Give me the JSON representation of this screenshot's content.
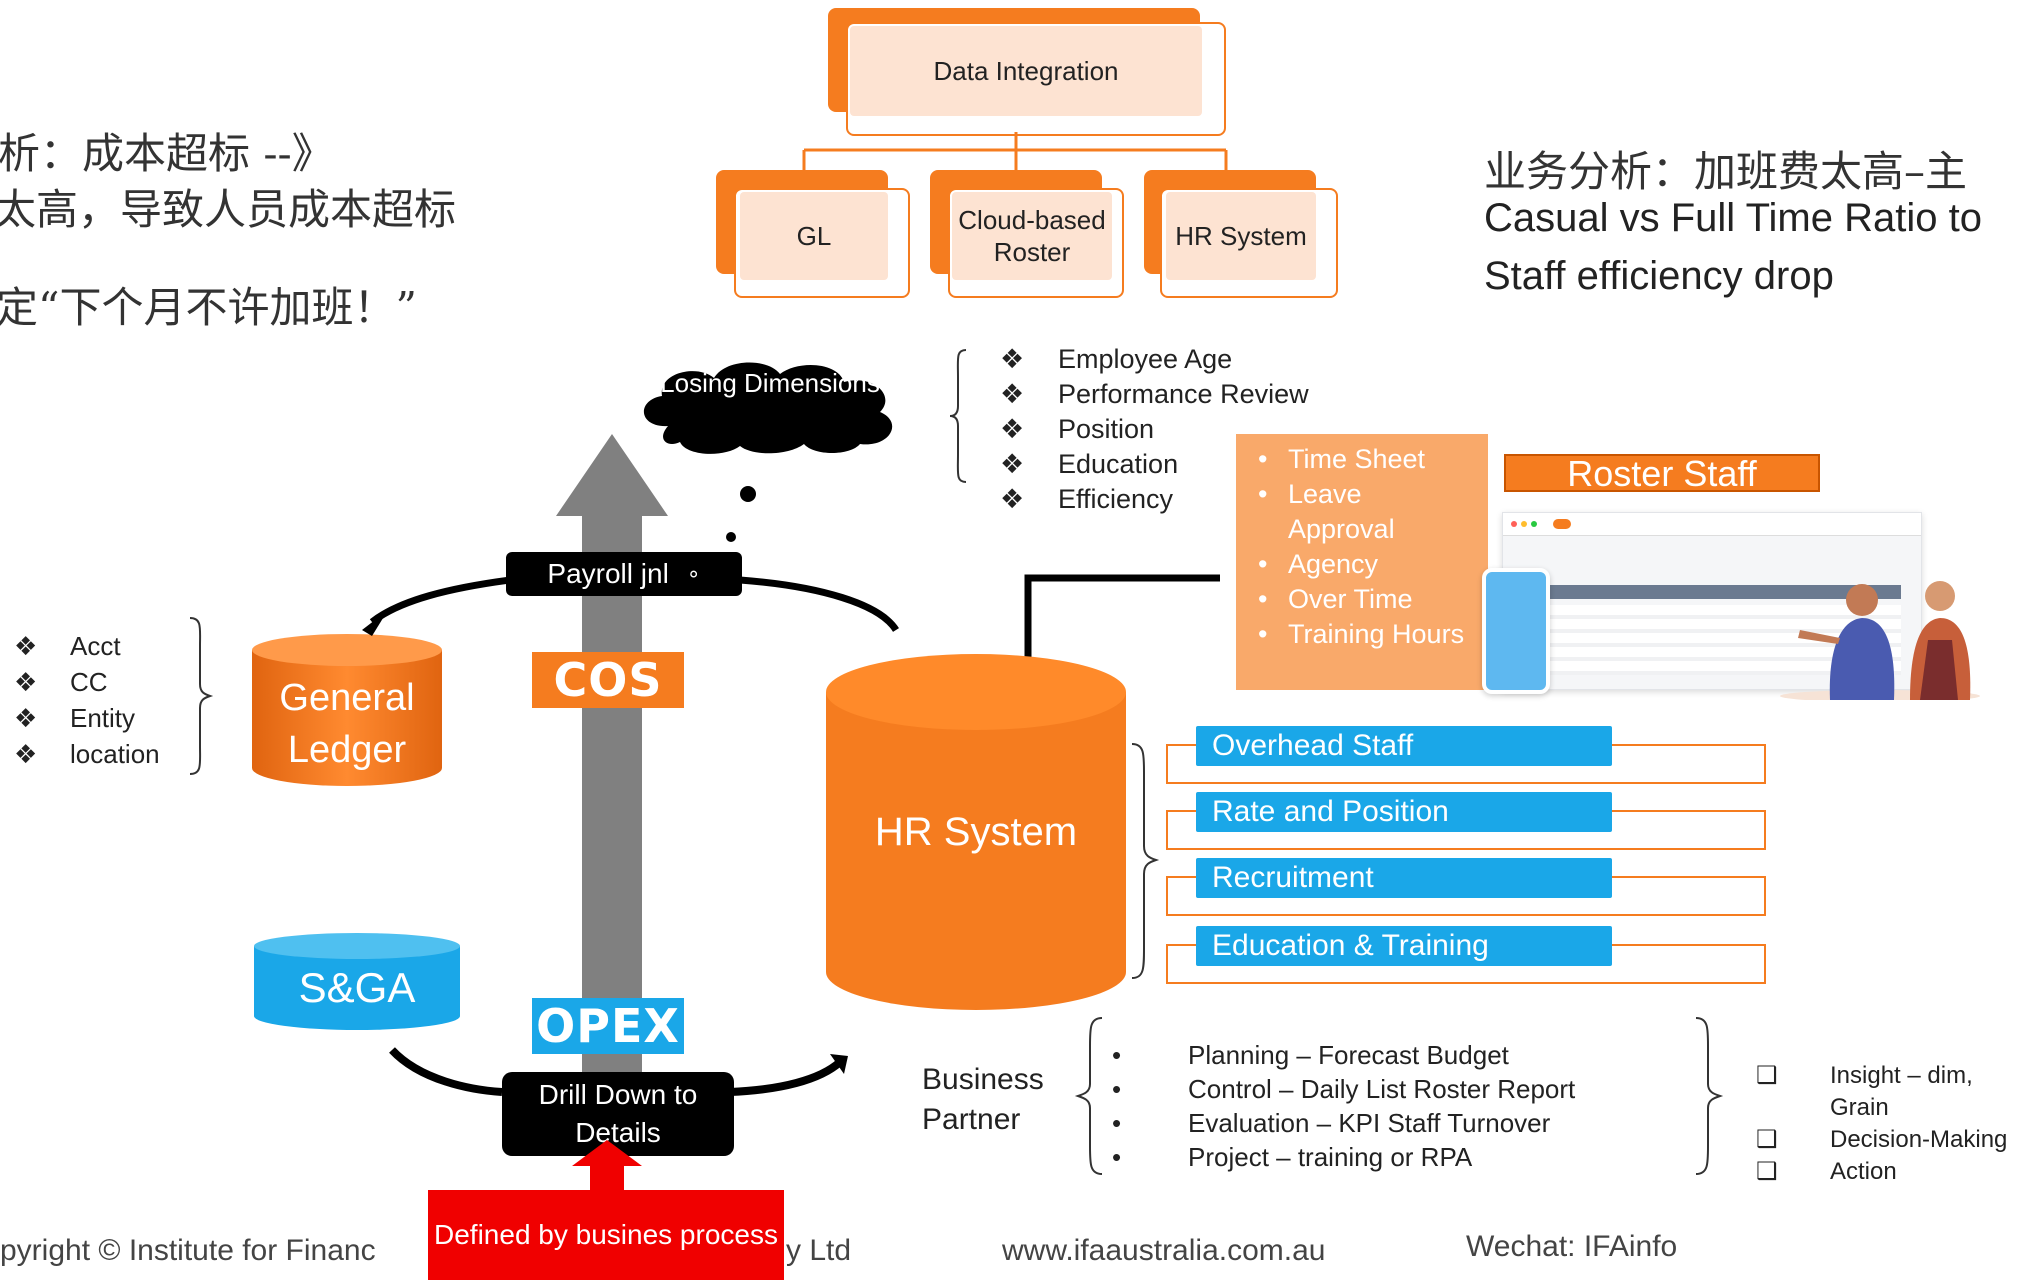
{
  "top_left_text": {
    "line1": "析：成本超标 --》",
    "line2": "太高，导致人员成本超标",
    "line3": "定“下个月不许加班！”"
  },
  "top_right_text": {
    "line1": "业务分析：加班费太高–主",
    "line2": "Casual  vs Full Time Ratio to",
    "line3": "Staff efficiency drop"
  },
  "org_chart": {
    "root": "Data Integration",
    "children": [
      "GL",
      "Cloud-based Roster",
      "HR System"
    ]
  },
  "cloud": {
    "label": "Losing Dimensions"
  },
  "dimensions_list": [
    "Employee Age",
    "Performance Review",
    "Position",
    "Education",
    "Efficiency"
  ],
  "gl_dims": [
    "Acct",
    "CC",
    "Entity",
    "location"
  ],
  "general_ledger": "General Ledger",
  "sga": "S&GA",
  "payroll_label": "Payroll jnl",
  "payroll_circle": "∘",
  "cos_label": "COS",
  "opex_label": "OPEX",
  "drill_label": "Drill Down to Details",
  "defined_label": "Defined by busines process",
  "roster_items": [
    "Time Sheet",
    "Leave Approval",
    "Agency",
    "Over Time",
    "Training Hours"
  ],
  "roster_staff": "Roster Staff",
  "hr_system": "HR System",
  "hr_bars": [
    "Overhead Staff",
    "Rate and Position",
    "Recruitment",
    "Education & Training"
  ],
  "business_partner": "Business Partner",
  "bp_items": [
    "Planning – Forecast Budget",
    "Control  – Daily List Roster Report",
    "Evaluation – KPI   Staff Turnover",
    "Project – training or RPA"
  ],
  "outcomes": [
    "Insight – dim, Grain",
    "Decision-Making",
    "Action"
  ],
  "footer": {
    "copyright_left": "pyright © Institute for Financ",
    "copyright_right": "y Ltd",
    "website": "www.ifaaustralia.com.au",
    "wechat": "Wechat: IFAinfo"
  },
  "colors": {
    "orange": "#f57c1f",
    "blue": "#1aa7e8",
    "peach": "#f9a96a",
    "red": "#f00000"
  }
}
